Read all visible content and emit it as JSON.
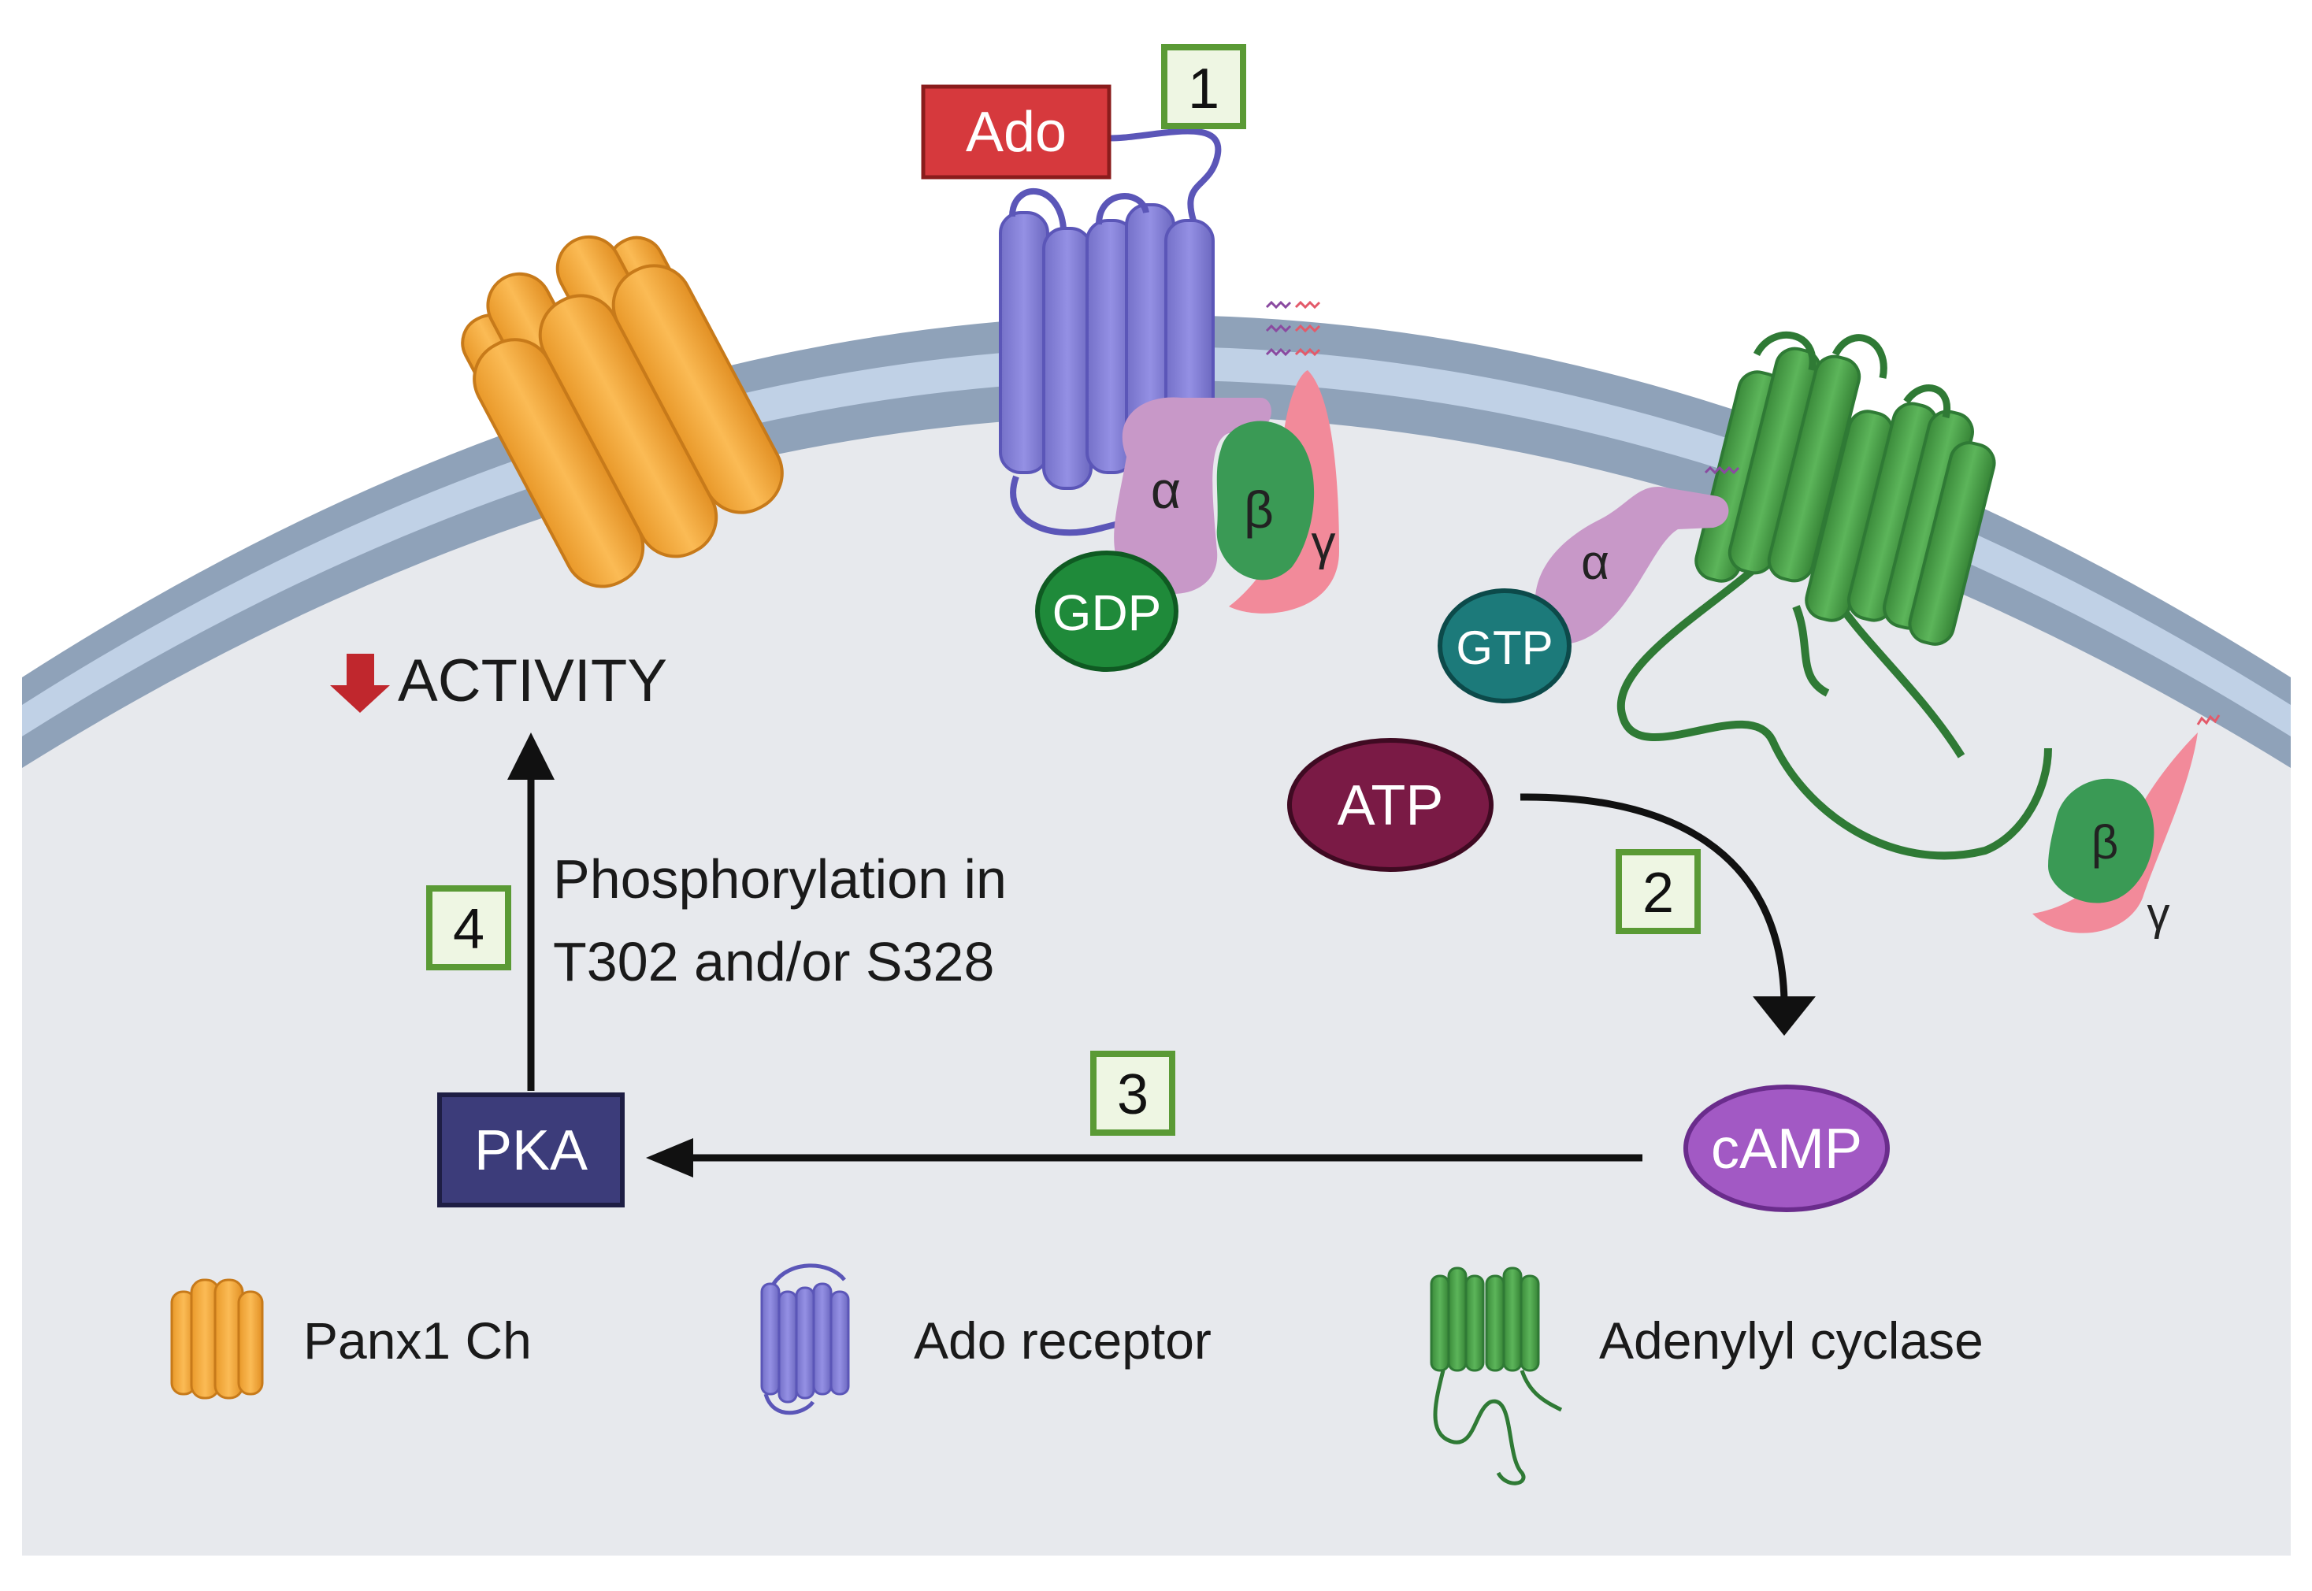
{
  "labels": {
    "ado": "Ado",
    "gdp": "GDP",
    "gtp": "GTP",
    "atp": "ATP",
    "camp": "cAMP",
    "pka": "PKA",
    "activity": "ACTIVITY",
    "phospho_line1": "Phosphorylation in",
    "phospho_line2": "T302 and/or S328",
    "alpha": "α",
    "beta": "β",
    "gamma": "γ"
  },
  "steps": [
    "1",
    "2",
    "3",
    "4"
  ],
  "legend": {
    "panx1": "Panx1 Ch",
    "ado_receptor": "Ado receptor",
    "adenylyl_cyclase": "Adenylyl cyclase"
  },
  "colors": {
    "cell_fill": "#e7e9ed",
    "membrane_outer": "#8fa2b9",
    "membrane_inner": "#c0d1e6",
    "ado_box": "#d6393d",
    "receptor": "#8a86da",
    "g_alpha": "#c898c8",
    "g_beta": "#3a9a55",
    "g_gamma": "#f28a9a",
    "gdp": "#1f8a3a",
    "gtp": "#1c7a7a",
    "cyclase": "#4aa04a",
    "atp": "#7a1a45",
    "camp": "#a259c4",
    "pka": "#3c3c7a",
    "panx1": "#f5b041",
    "step_box_border": "#5a9a35",
    "step_box_fill": "#eef6e3",
    "activity_arrow": "#c0272d"
  }
}
